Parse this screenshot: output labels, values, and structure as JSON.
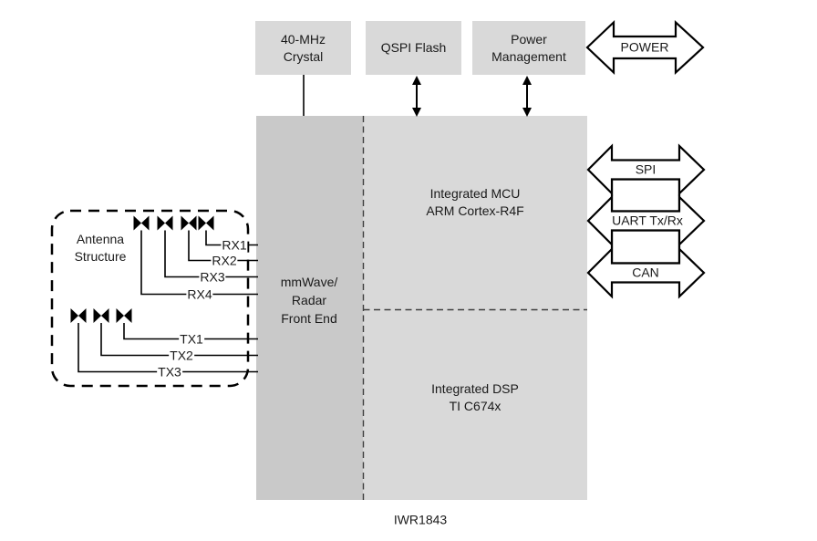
{
  "diagram": {
    "chip_label": "IWR1843",
    "top_boxes": [
      {
        "label": "40-MHz\nCrystal"
      },
      {
        "label": "QSPI Flash"
      },
      {
        "label": "Power\nManagement"
      }
    ],
    "power_arrow": {
      "label": "POWER"
    },
    "interface_arrows": [
      {
        "label": "SPI"
      },
      {
        "label": "UART Tx/Rx"
      },
      {
        "label": "CAN"
      }
    ],
    "main_block": {
      "front_end": {
        "label": "mmWave/\nRadar\nFront End"
      },
      "mcu": {
        "label": "Integrated MCU\nARM Cortex-R4F"
      },
      "dsp": {
        "label": "Integrated DSP\nTI C674x"
      }
    },
    "antenna": {
      "label": "Antenna\nStructure",
      "rx_labels": [
        "RX1",
        "RX2",
        "RX3",
        "RX4"
      ],
      "tx_labels": [
        "TX1",
        "TX2",
        "TX3"
      ]
    },
    "colors": {
      "box_fill": "#d9d9d9",
      "front_end_fill": "#c9c9c9",
      "arrow_fill": "#ffffff",
      "line": "#000000",
      "partition_dash": "#3f3f3f",
      "text": "#1a1a1a",
      "background": "#ffffff"
    }
  }
}
